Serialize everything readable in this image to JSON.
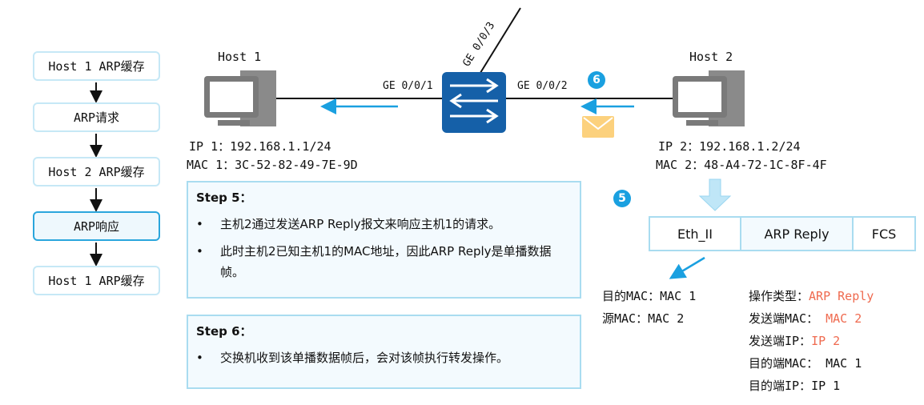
{
  "flow": [
    "Host 1 ARP缓存",
    "ARP请求",
    "Host 2 ARP缓存",
    "ARP响应",
    "Host 1 ARP缓存"
  ],
  "host1": {
    "name": "Host 1",
    "ip": "IP 1：192.168.1.1/24",
    "mac": "MAC 1：3C-52-82-49-7E-9D"
  },
  "host2": {
    "name": "Host 2",
    "ip": "IP 2：192.168.1.2/24",
    "mac": "MAC 2：48-A4-72-1C-8F-4F"
  },
  "ports": {
    "p1": "GE 0/0/1",
    "p2": "GE 0/0/2",
    "p3": "GE 0/0/3"
  },
  "badges": {
    "b5": "5",
    "b6": "6"
  },
  "step5": {
    "title": "Step 5：",
    "bullets": [
      "主机2通过发送ARP Reply报文来响应主机1的请求。",
      "此时主机2已知主机1的MAC地址，因此ARP Reply是单播数据帧。"
    ]
  },
  "step6": {
    "title": "Step 6：",
    "bullets": [
      "交换机收到该单播数据帧后，会对该帧执行转发操作。"
    ]
  },
  "frame": [
    "Eth_II",
    "ARP Reply",
    "FCS"
  ],
  "eth": {
    "dst": "目的MAC：MAC 1",
    "src": "源MAC：MAC 2"
  },
  "arp": [
    {
      "k": "操作类型：",
      "v": "ARP Reply",
      "hl": true
    },
    {
      "k": "发送端MAC： ",
      "v": "MAC 2",
      "hl": true
    },
    {
      "k": "发送端IP：",
      "v": "IP 2",
      "hl": true
    },
    {
      "k": "目的端MAC： ",
      "v": "MAC 1",
      "hl": false
    },
    {
      "k": "目的端IP：",
      "v": "IP 1",
      "hl": false
    }
  ],
  "colors": {
    "accent": "#1aa0e0",
    "switch": "#1560a8",
    "highlight": "#ef6a4f",
    "envelope": "#fcd17d"
  }
}
